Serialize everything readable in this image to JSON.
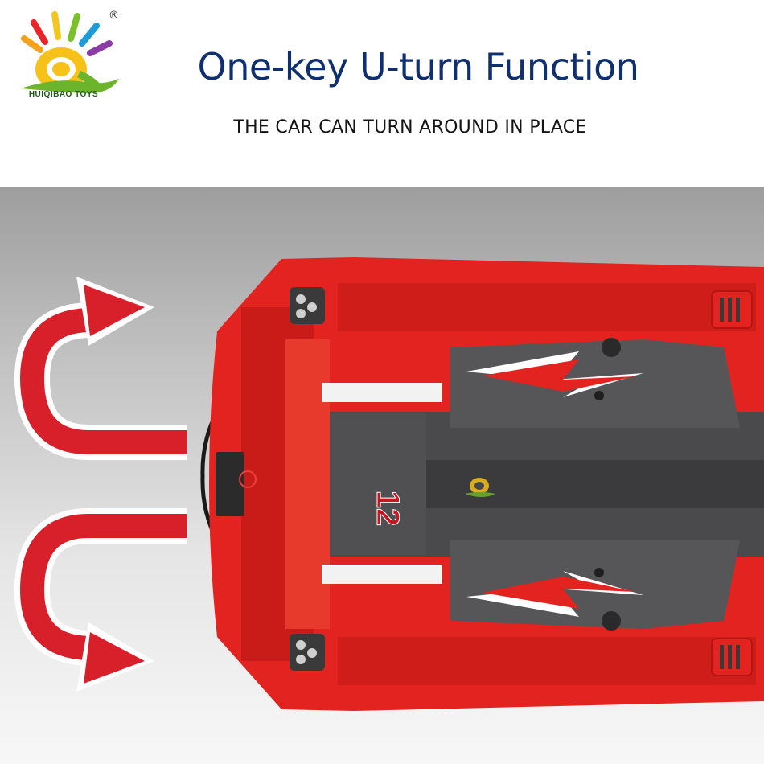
{
  "brand": {
    "name": "HUIQIBAO TOYS",
    "registered_mark": "®"
  },
  "headline": "One-key U-turn Function",
  "subheadline": "THE CAR CAN TURN AROUND IN PLACE",
  "car": {
    "number": "12"
  },
  "colors": {
    "title": "#0f2f6e",
    "car_red": "#e2231f",
    "arrow_red": "#d8202a",
    "dark_panel": "#4a4a4c"
  }
}
